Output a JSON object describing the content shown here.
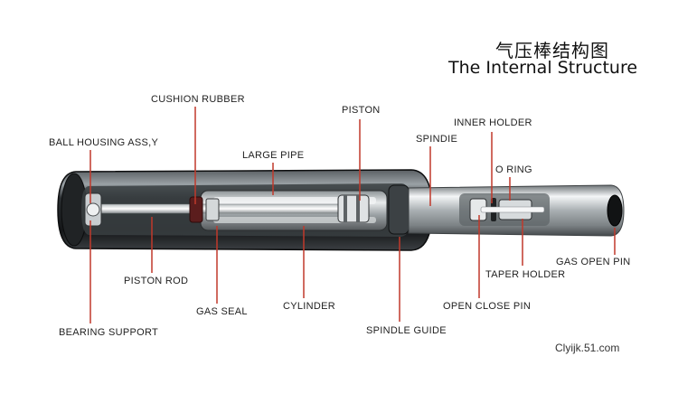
{
  "title_cn": "气压棒结构图",
  "title_en": "The Internal Structure",
  "credit": "Clyijk.51.com",
  "colors": {
    "leader": "#c0392b",
    "body": "#1c1f22",
    "chrome": "#c9cdcf"
  },
  "labels": {
    "cushion_rubber": "CUSHION RUBBER",
    "piston": "PISTON",
    "inner_holder": "INNER HOLDER",
    "ball_housing": "BALL HOUSING ASS,Y",
    "spindle": "SPINDIE",
    "large_pipe": "LARGE PIPE",
    "o_ring": "O RING",
    "gas_open_pin": "GAS OPEN PIN",
    "taper_holder": "TAPER HOLDER",
    "piston_rod": "PISTON ROD",
    "gas_seal": "GAS SEAL",
    "cylinder": "CYLINDER",
    "open_close_pin": "OPEN CLOSE PIN",
    "bearing_support": "BEARING SUPPORT",
    "spindle_guide": "SPINDLE GUIDE"
  }
}
